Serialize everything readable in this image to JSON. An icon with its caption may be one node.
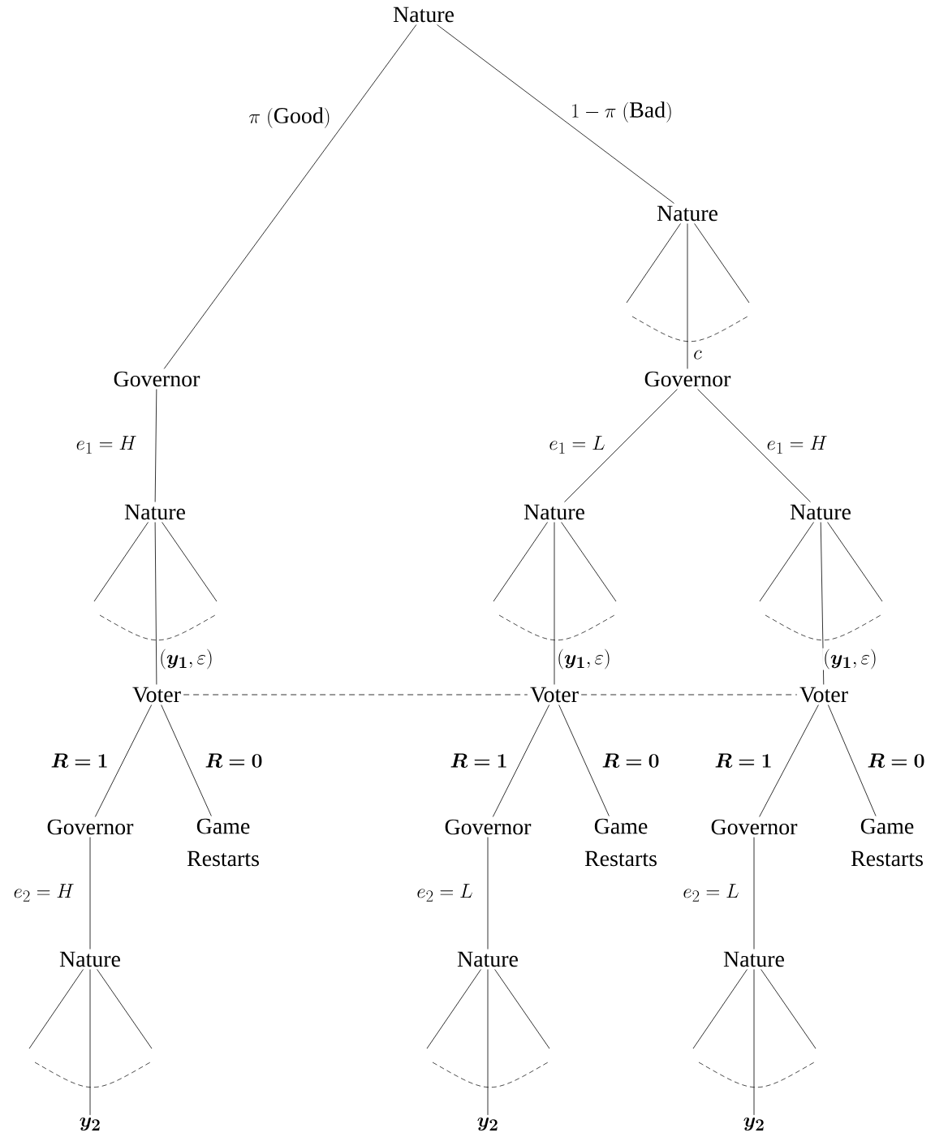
{
  "diagram": {
    "nodes": [
      {
        "text": [
          "Nature"
        ]
      },
      {
        "text": [
          "Governor"
        ]
      },
      {
        "text": [
          "Nature"
        ]
      },
      {
        "text": [
          "Governor"
        ]
      },
      {
        "text": [
          "Nature"
        ]
      },
      {
        "text": [
          "Nature"
        ]
      },
      {
        "text": [
          "Nature"
        ]
      },
      {
        "text": [
          "Voter"
        ]
      },
      {
        "text": [
          "Voter"
        ]
      },
      {
        "text": [
          "Voter"
        ]
      },
      {
        "text": [
          "Governor"
        ]
      },
      {
        "text": [
          "Game Restarts"
        ]
      },
      {
        "text": [
          "Governor"
        ]
      },
      {
        "text": [
          "Game Restarts"
        ]
      },
      {
        "text": [
          "Governor"
        ]
      },
      {
        "text": [
          "Game Restarts"
        ]
      },
      {
        "text": [
          "Nature"
        ]
      },
      {
        "text": [
          "Nature"
        ]
      },
      {
        "text": [
          "Nature"
        ]
      },
      {
        "text": [
          "\\bm{y_2}"
        ]
      },
      {
        "text": [
          "\\bm{y_2}"
        ]
      },
      {
        "text": [
          "\\bm{y_2}"
        ]
      }
    ],
    "edges": [
      {
        "from": 0,
        "to": 1,
        "arrow": "none",
        "label": "\\pi\\ (\\mathrm{Good})"
      },
      {
        "from": 0,
        "to": 2,
        "arrow": "none",
        "label": "1-\\pi\\ (\\mathrm{Bad})"
      },
      {
        "from": 2,
        "to": null,
        "arrow": "none"
      },
      {
        "from": 2,
        "to": 3,
        "arrow": "none",
        "label": "c"
      },
      {
        "from": 2,
        "to": null,
        "arrow": "none"
      },
      {
        "from": 1,
        "to": 4,
        "arrow": "none",
        "label": "e_1 = H"
      },
      {
        "from": 3,
        "to": 5,
        "arrow": "none",
        "label": "e_1 = L"
      },
      {
        "from": 3,
        "to": 6,
        "arrow": "none",
        "label": "e_1 = H"
      },
      {
        "from": 4,
        "to": null,
        "arrow": "none"
      },
      {
        "from": 4,
        "to": 7,
        "arrow": "none",
        "label": "(\\bm{y_1},\\varepsilon)"
      },
      {
        "from": 4,
        "to": null,
        "arrow": "none"
      },
      {
        "from": 5,
        "to": null,
        "arrow": "none"
      },
      {
        "from": 5,
        "to": 8,
        "arrow": "none",
        "label": "(\\bm{y_1},\\varepsilon)"
      },
      {
        "from": 5,
        "to": null,
        "arrow": "none"
      },
      {
        "from": 6,
        "to": null,
        "arrow": "none"
      },
      {
        "from": 6,
        "to": 9,
        "arrow": "none",
        "label": "(\\bm{y_1},\\varepsilon)"
      },
      {
        "from": 6,
        "to": null,
        "arrow": "none"
      },
      {
        "from": 7,
        "to": 8,
        "arrow": "none",
        "style": "dashed"
      },
      {
        "from": 8,
        "to": 9,
        "arrow": "none",
        "style": "dashed"
      },
      {
        "from": 7,
        "to": 10,
        "arrow": "none",
        "label": "\\bm{R=1}"
      },
      {
        "from": 7,
        "to": 11,
        "arrow": "none",
        "label": "\\bm{R=0}"
      },
      {
        "from": 8,
        "to": 12,
        "arrow": "none",
        "label": "\\bm{R=1}"
      },
      {
        "from": 8,
        "to": 13,
        "arrow": "none",
        "label": "\\bm{R=0}"
      },
      {
        "from": 9,
        "to": 14,
        "arrow": "none",
        "label": "\\bm{R=1}"
      },
      {
        "from": 9,
        "to": 15,
        "arrow": "none",
        "label": "\\bm{R=0}"
      },
      {
        "from": 10,
        "to": 16,
        "arrow": "none",
        "label": "e_2 = H"
      },
      {
        "from": 12,
        "to": 17,
        "arrow": "none",
        "label": "e_2 = L"
      },
      {
        "from": 14,
        "to": 18,
        "arrow": "none",
        "label": "e_2 = L"
      },
      {
        "from": 16,
        "to": null,
        "arrow": "none"
      },
      {
        "from": 16,
        "to": 19,
        "arrow": "none"
      },
      {
        "from": 16,
        "to": null,
        "arrow": "none"
      },
      {
        "from": 17,
        "to": null,
        "arrow": "none"
      },
      {
        "from": 17,
        "to": 20,
        "arrow": "none"
      },
      {
        "from": 17,
        "to": null,
        "arrow": "none"
      },
      {
        "from": 18,
        "to": null,
        "arrow": "none"
      },
      {
        "from": 18,
        "to": 21,
        "arrow": "none"
      },
      {
        "from": 18,
        "to": null,
        "arrow": "none"
      }
    ]
  }
}
